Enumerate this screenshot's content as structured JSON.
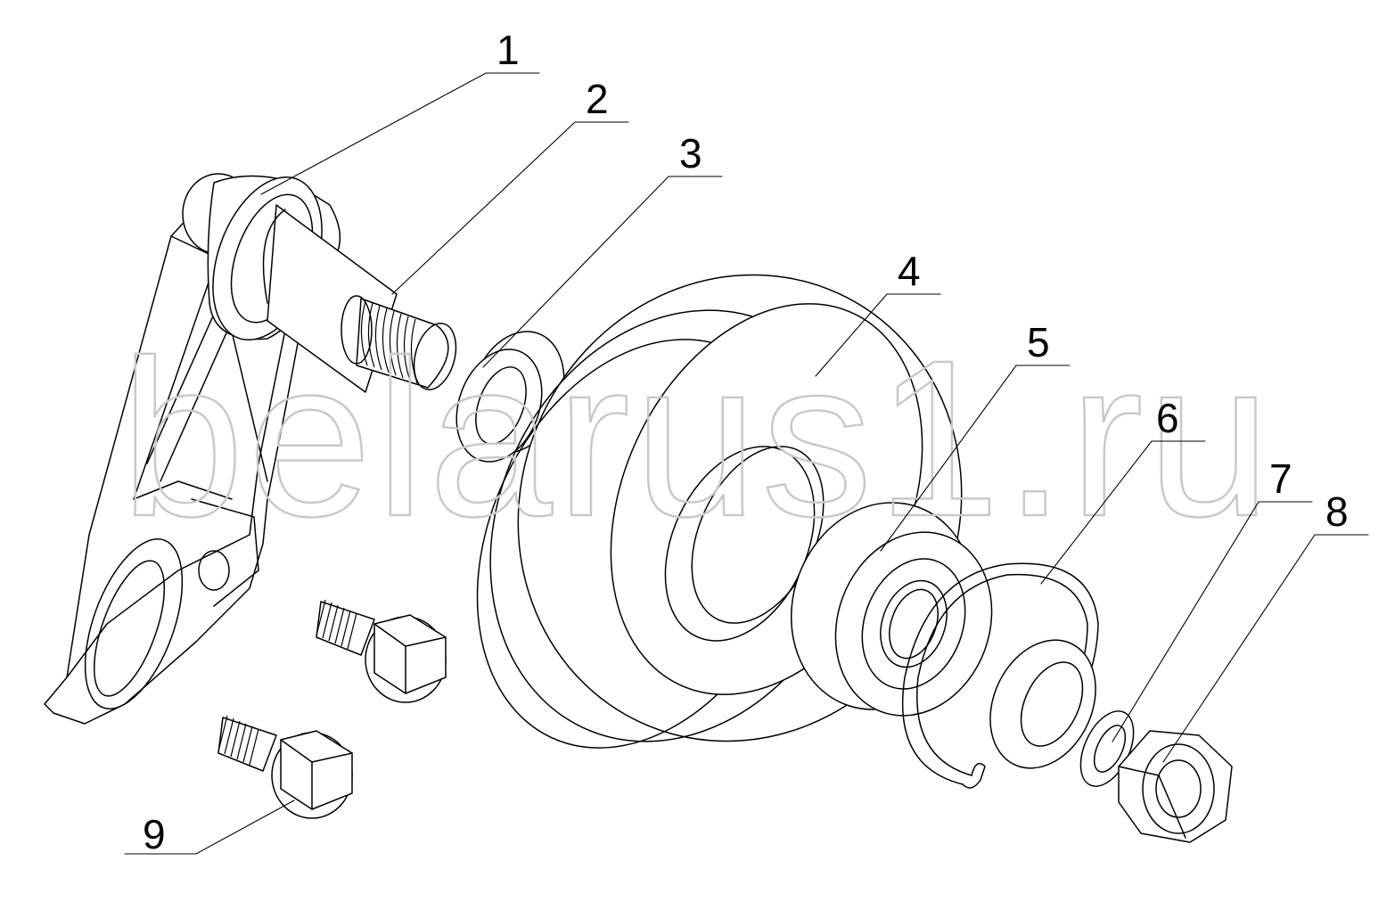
{
  "diagram": {
    "watermark": "belarus1.ru",
    "callouts": [
      {
        "id": "1",
        "label": "1"
      },
      {
        "id": "2",
        "label": "2"
      },
      {
        "id": "3",
        "label": "3"
      },
      {
        "id": "4",
        "label": "4"
      },
      {
        "id": "5",
        "label": "5"
      },
      {
        "id": "6",
        "label": "6"
      },
      {
        "id": "7",
        "label": "7"
      },
      {
        "id": "8",
        "label": "8"
      },
      {
        "id": "9",
        "label": "9"
      }
    ]
  }
}
